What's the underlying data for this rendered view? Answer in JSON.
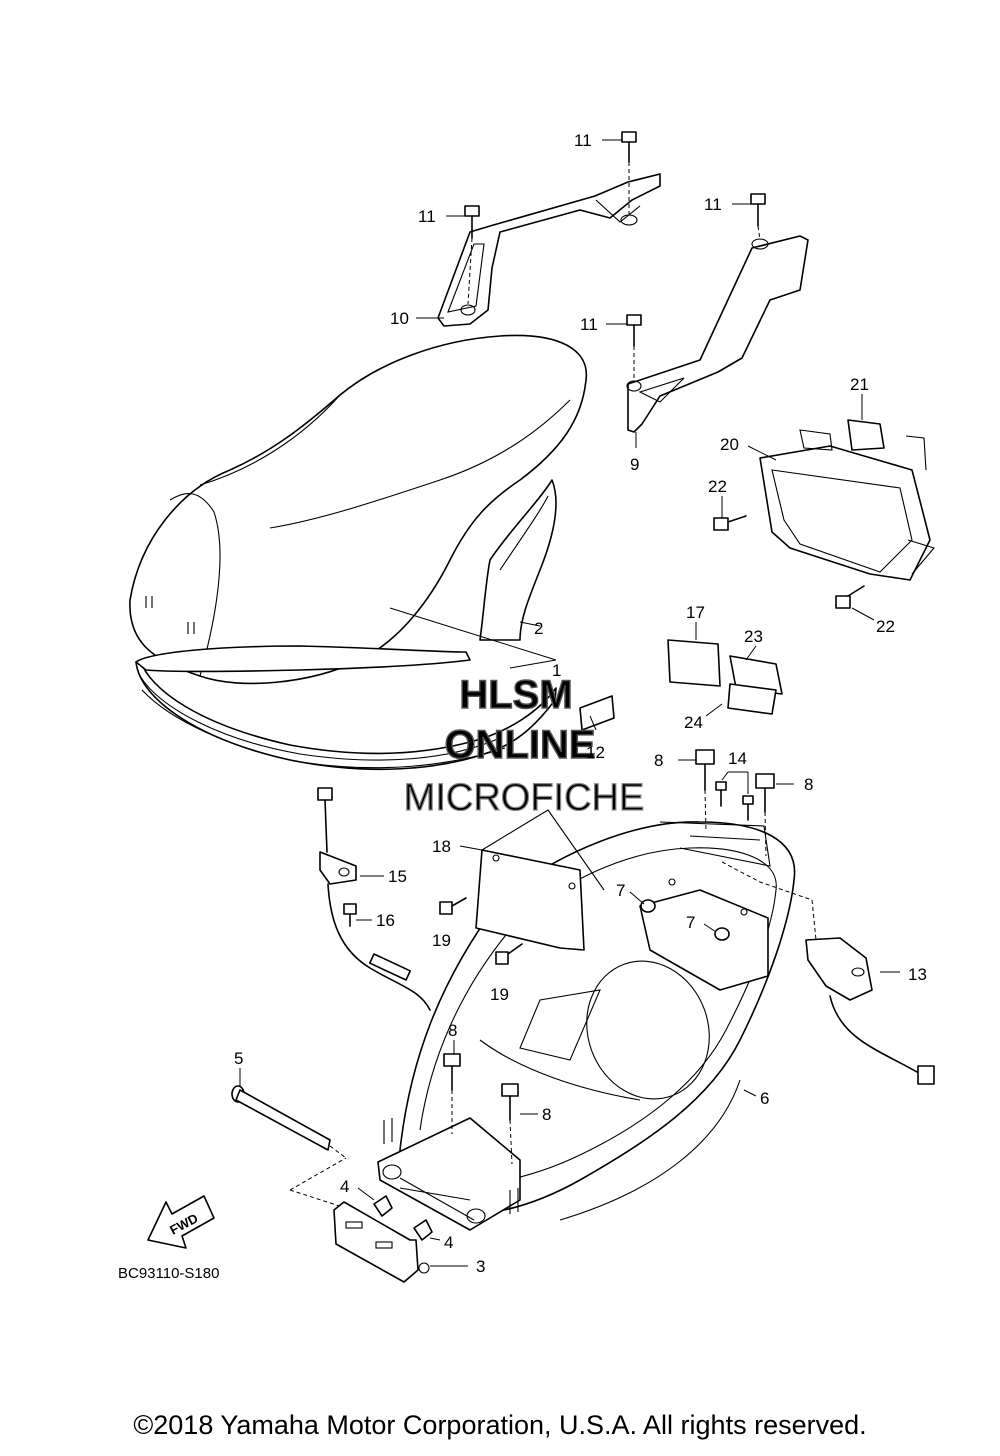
{
  "diagram": {
    "code": "BC93110-S180",
    "fwd_label": "FWD",
    "watermark": [
      "HLSM",
      "ONLINE",
      "MICROFICHE"
    ],
    "callouts": [
      "1",
      "2",
      "3",
      "4",
      "5",
      "6",
      "7",
      "8",
      "9",
      "10",
      "11",
      "12",
      "13",
      "14",
      "15",
      "16",
      "17",
      "18",
      "19",
      "20",
      "21",
      "22",
      "23",
      "24"
    ]
  },
  "footer": {
    "copyright": "©2018 Yamaha Motor Corporation, U.S.A. All rights reserved."
  }
}
